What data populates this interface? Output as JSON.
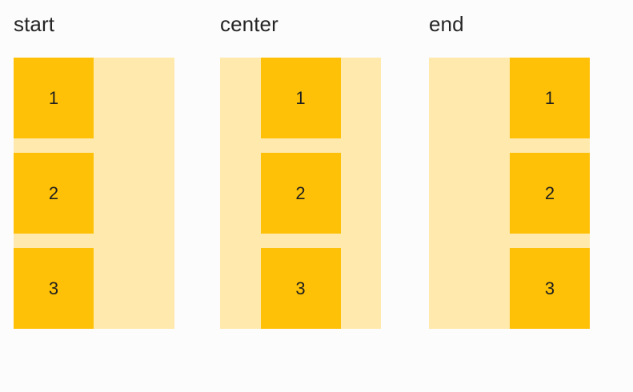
{
  "page": {
    "background_color": "#fcfcfd",
    "label_color": "#252525",
    "item_color": "#ffc107",
    "container_color": "#ffe9ac",
    "item_text_color": "#1f1f1f"
  },
  "columns": [
    {
      "label": "start",
      "alignment": "start",
      "items": [
        {
          "text": "1"
        },
        {
          "text": "2"
        },
        {
          "text": "3"
        }
      ]
    },
    {
      "label": "center",
      "alignment": "center",
      "items": [
        {
          "text": "1"
        },
        {
          "text": "2"
        },
        {
          "text": "3"
        }
      ]
    },
    {
      "label": "end",
      "alignment": "end",
      "items": [
        {
          "text": "1"
        },
        {
          "text": "2"
        },
        {
          "text": "3"
        }
      ]
    }
  ]
}
